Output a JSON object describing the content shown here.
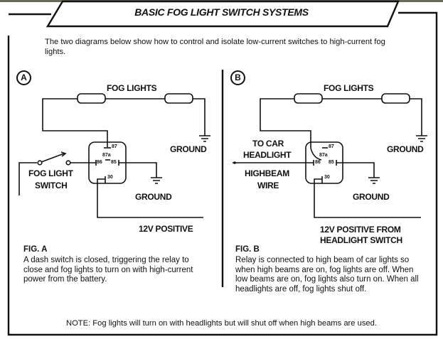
{
  "title": "BASIC FOG LIGHT SWITCH SYSTEMS",
  "intro": "The two diagrams below show how to control and isolate low-current switches to high-current fog lights.",
  "panel_a": {
    "badge": "A",
    "fog_lights_label": "FOG LIGHTS",
    "ground_top_label": "GROUND",
    "switch_label_line1": "FOG LIGHT",
    "switch_label_line2": "SWITCH",
    "ground_bottom_label": "GROUND",
    "power_label": "12V POSITIVE",
    "relay_pins": {
      "p87": "87",
      "p87a": "87a",
      "p86": "86",
      "p85": "85",
      "p30": "30"
    },
    "fig_title": "FIG. A",
    "fig_desc": "A dash switch is closed, triggering the relay to close and fog lights to turn on with high-current power from the battery."
  },
  "panel_b": {
    "badge": "B",
    "fog_lights_label": "FOG LIGHTS",
    "ground_top_label": "GROUND",
    "headlight_label_line1": "TO CAR",
    "headlight_label_line2": "HEADLIGHT",
    "highbeam_label_line1": "HIGHBEAM",
    "highbeam_label_line2": "WIRE",
    "ground_bottom_label": "GROUND",
    "power_label_line1": "12V POSITIVE FROM",
    "power_label_line2": "HEADLIGHT SWITCH",
    "relay_pins": {
      "p87": "87",
      "p87a": "87a",
      "p86": "86",
      "p85": "85",
      "p30": "30"
    },
    "fig_title": "FIG. B",
    "fig_desc": "Relay is connected to high beam of car lights so when high beams are on, fog lights are off.  When low beams are on, fog lights also turn on.  When all headlights are off, fog lights shut off."
  },
  "note": "NOTE:  Fog lights will turn on with headlights but will shut off when high beams are used."
}
